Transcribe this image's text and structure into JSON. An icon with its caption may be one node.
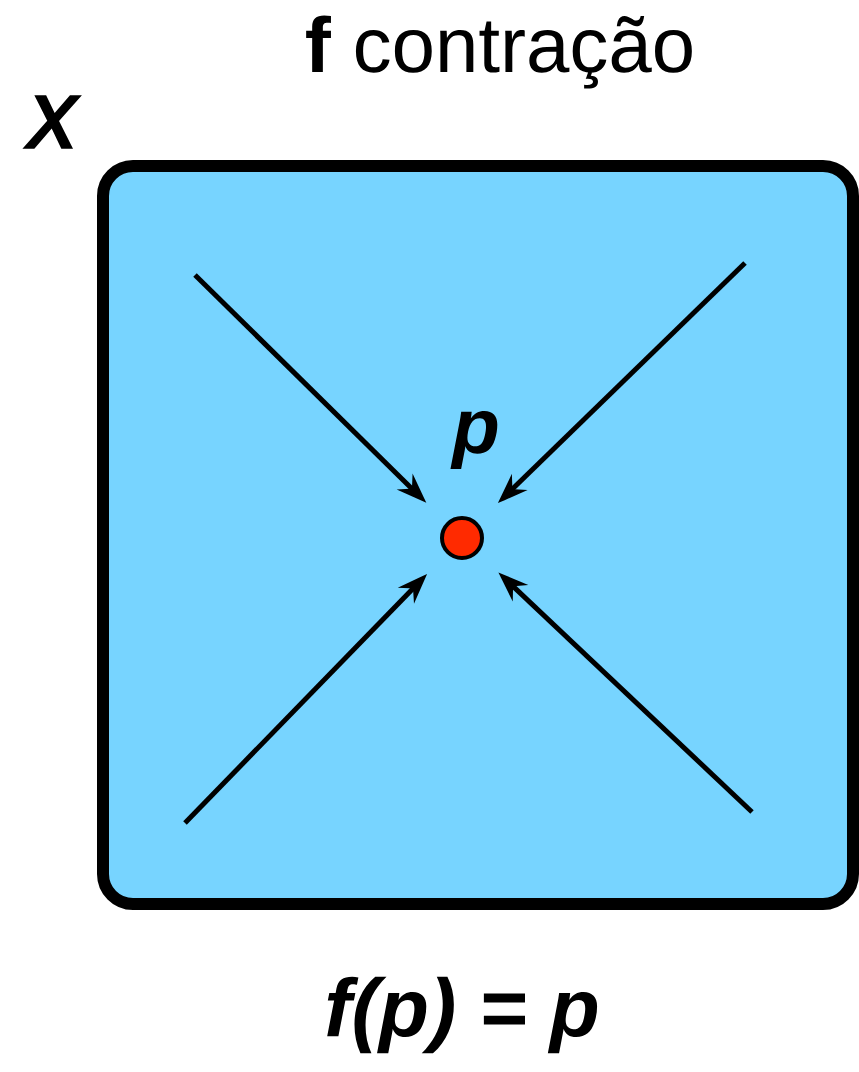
{
  "diagram": {
    "title": "**f** contração",
    "nodes": [
      {
        "text": [
          "X"
        ]
      },
      {
        "text": [
          "p"
        ],
        "in": 0
      }
    ],
    "edges": [
      {
        "from": null,
        "to": 1,
        "arrow": "to"
      },
      {
        "from": null,
        "to": 1,
        "arrow": "to"
      },
      {
        "from": null,
        "to": 1,
        "arrow": "to"
      },
      {
        "from": null,
        "to": 1,
        "arrow": "to"
      }
    ],
    "caption": "f(p) = p"
  }
}
